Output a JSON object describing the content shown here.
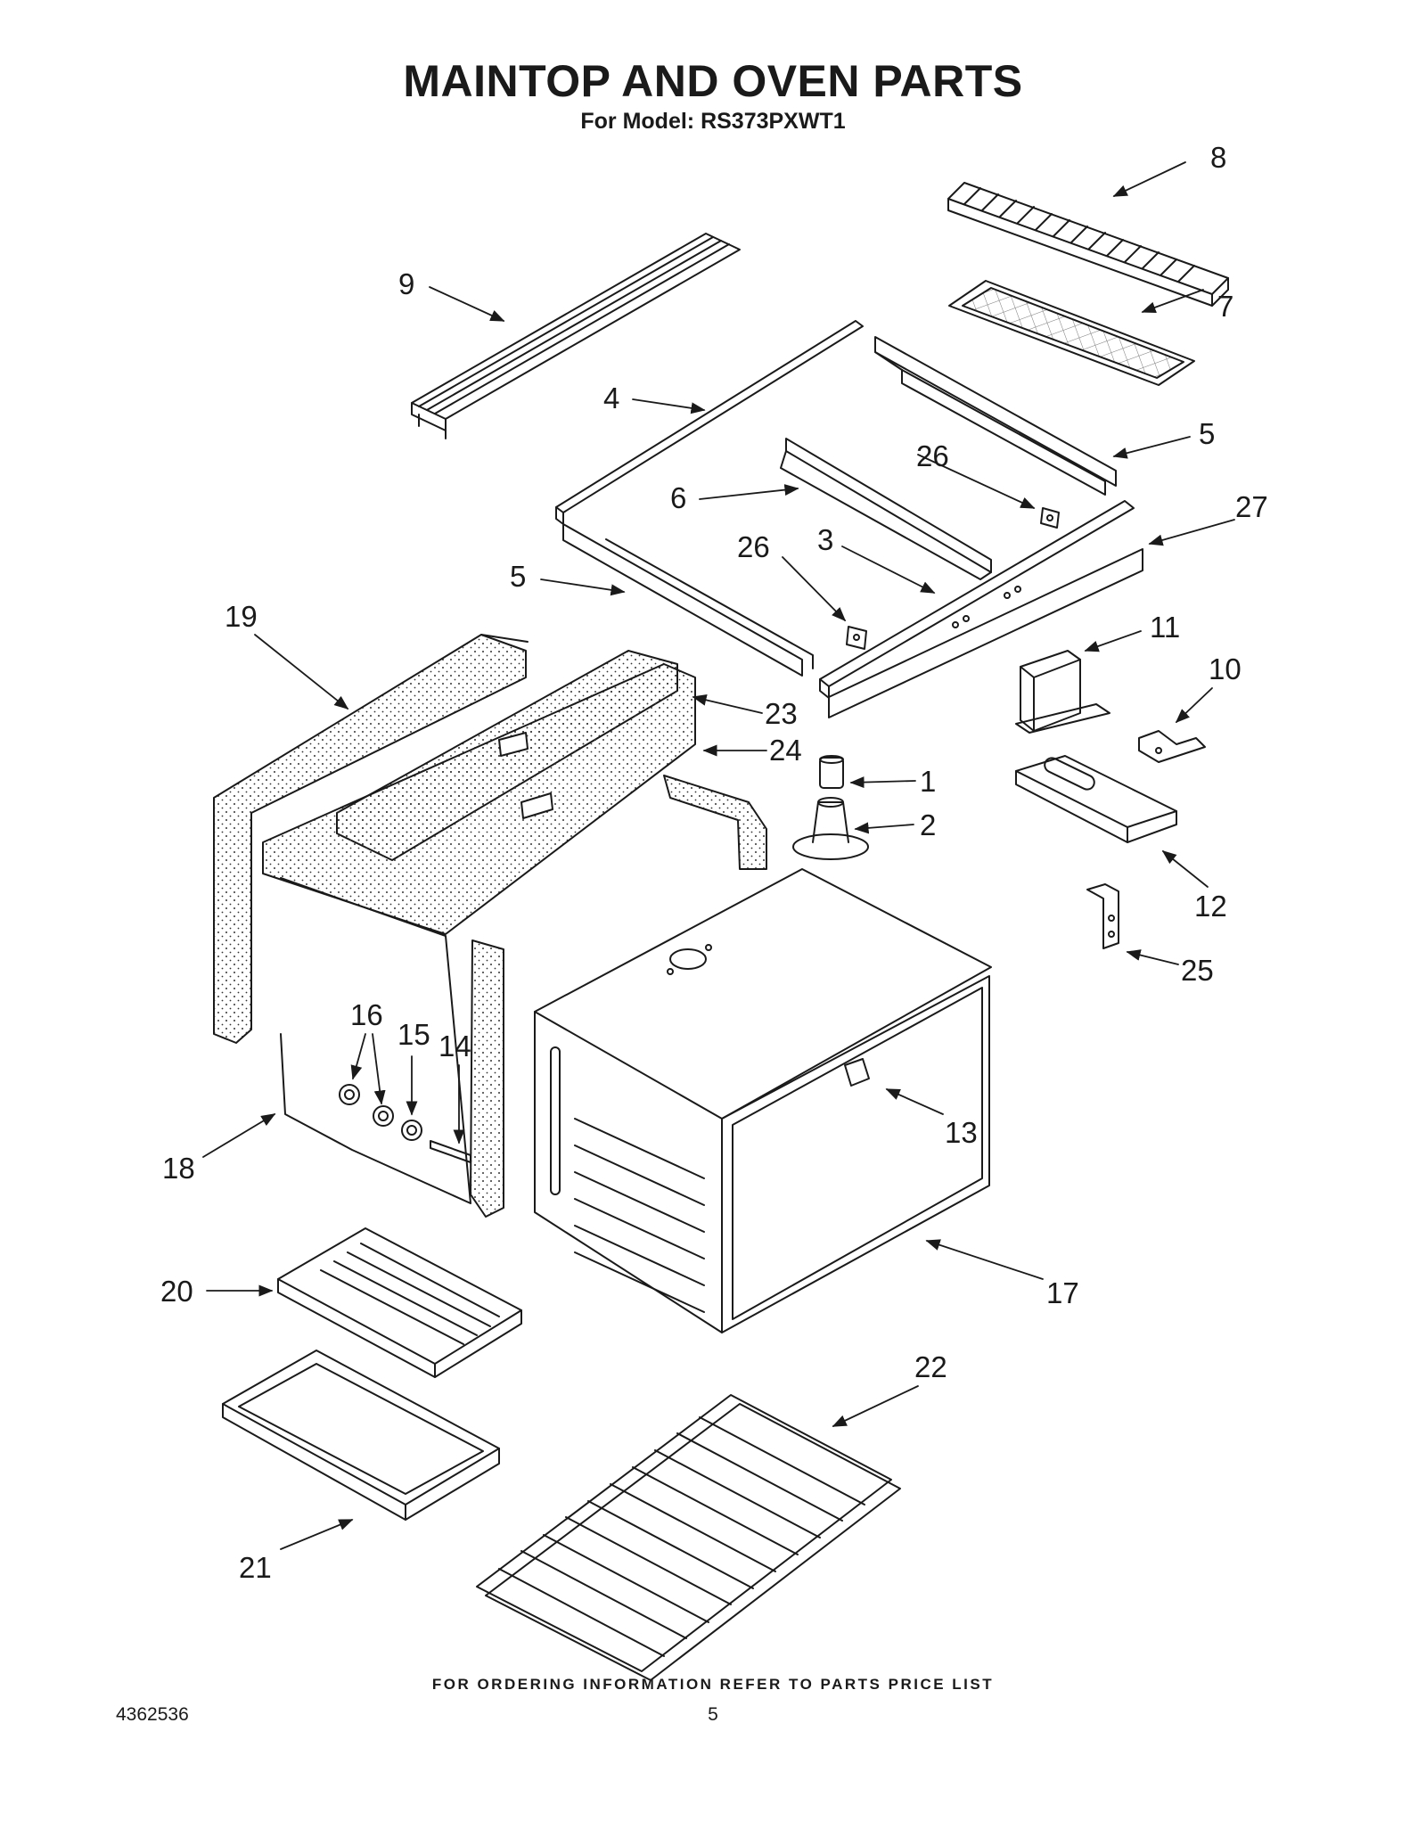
{
  "header": {
    "title": "MAINTOP AND OVEN PARTS",
    "subtitle": "For Model: RS373PXWT1"
  },
  "callouts": [
    "1",
    "2",
    "3",
    "4",
    "5",
    "5",
    "6",
    "7",
    "8",
    "9",
    "10",
    "11",
    "12",
    "13",
    "14",
    "15",
    "16",
    "17",
    "18",
    "19",
    "20",
    "21",
    "22",
    "23",
    "24",
    "25",
    "26",
    "26",
    "27"
  ],
  "footer": {
    "ordering_note": "FOR ORDERING INFORMATION REFER TO PARTS PRICE LIST",
    "doc_number": "4362536",
    "page_number": "5"
  }
}
